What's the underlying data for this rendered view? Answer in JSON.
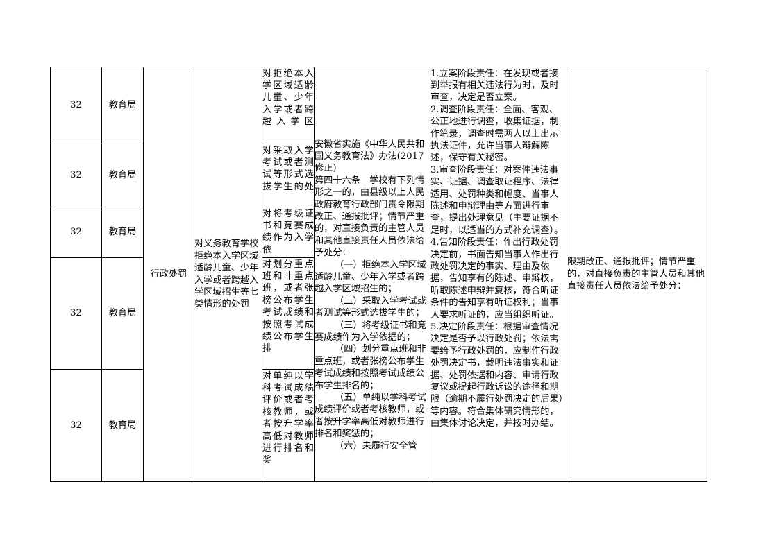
{
  "rows": [
    {
      "num": "32",
      "dept": "教育局",
      "item": "对拒绝本入学区域适龄儿童、少年入学或者跨越入学区"
    },
    {
      "num": "32",
      "dept": "教育局",
      "item": "对采取入学考试或者测试等形式选拔学生的处"
    },
    {
      "num": "32",
      "dept": "教育局",
      "item": "对将考级证书和竞赛成绩作为入学依"
    },
    {
      "num": "32",
      "dept": "教育局",
      "item": "对划分重点班和非重点班，或者张榜公布学生考试成绩和按照考试成绩公布学生排"
    },
    {
      "num": "32",
      "dept": "教育局",
      "item": "对单纯以学科考试成绩评价或者考核教师，或者按升学率高低对教师进行排名和奖"
    }
  ],
  "penalty_type": "行政处罚",
  "item_name": "对义务教育学校拒绝本入学区域适龄儿童、少年入学或者跨越入学区域招生等七类情形的处罚",
  "basis": [
    "安徽省实施《中华人民共和国义务教育法》办法(2017修正)",
    "第四十六条　学校有下列情形之一的，由县级以上人民政府教育行政部门责令限期改正、通报批评；情节严重的，对直接负责的主管人员和其他直接责任人员依法给予处分：",
    "（一）拒绝本入学区域适龄儿童、少年入学或者跨越入学区域招生的；",
    "（二）采取入学考试或者测试等形式选拔学生的；",
    "（三）将考级证书和竞赛成绩作为入学依据的；",
    "（四）划分重点班和非重点班，或者张榜公布学生考试成绩和按照考试成绩公布学生排名的；",
    "（五）单纯以学科考试成绩评价或者考核教师，或者按升学率高低对教师进行排名和奖惩的；",
    "（六）未履行安全管"
  ],
  "responsibilities": [
    "1.立案阶段责任：在发现或者接到举报有相关违法行为时，及时审查，决定是否立案。",
    "2.调查阶段责任：全面、客观、公正地进行调查，收集证据，制作笔录，调查时需两人以上出示执法证件，允许当事人辩解陈述，保守有关秘密。",
    "3.审查阶段责任：对案件违法事实、证据、调查取证程序、法律适用、处罚种类和幅度、当事人陈述和申辩理由等方面进行审查，提出处理意见（主要证据不足时，以适当的方式补充调查）。",
    "4.告知阶段责任：作出行政处罚决定前，书面告知当事人作出行政处罚决定的事实、理由及依据，告知享有的陈述、申辩权，听取陈述申辩并复核，符合听证条件的告知享有听证权利；当事人要求听证的，应当组织听证。",
    "5.决定阶段责任：根据审查情况决定是否予以行政处罚；依法需要给予行政处罚的，应制作行政处罚决定书，载明违法事实和证据、处罚依据和内容、申请行政复议或提起行政诉讼的途径和期限（逾期不履行处罚决定的后果）等内容。符合集体研究情形的，由集体讨论决定，并按时办结。"
  ],
  "outcome": "限期改正、通报批评；情节严重的，对直接负责的主管人员和其他直接责任人员依法给予处分："
}
